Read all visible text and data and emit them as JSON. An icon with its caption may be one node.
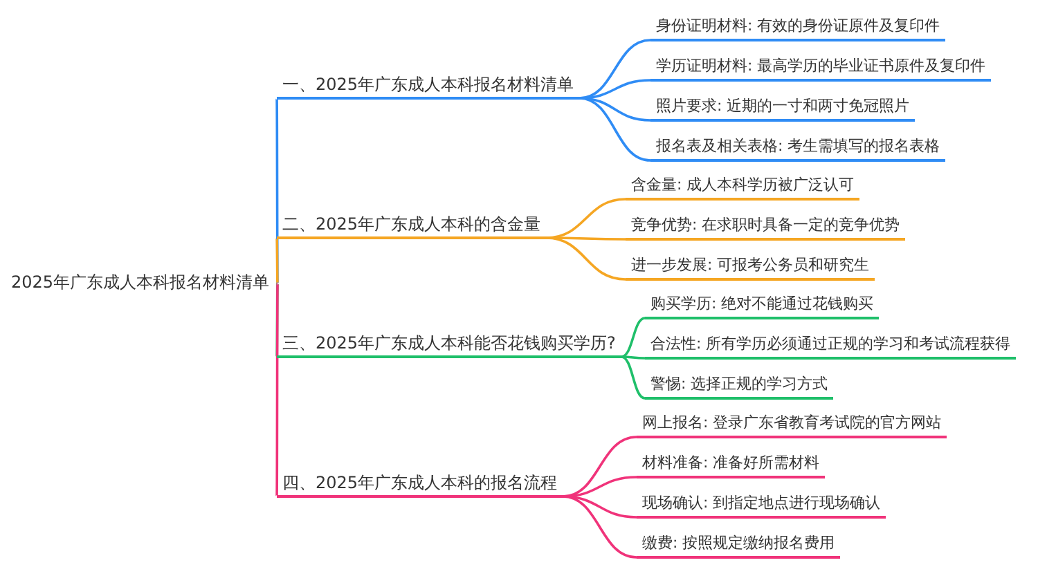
{
  "diagram": {
    "nodes": [
      {
        "text": [
          "2025年广东成人本科报名材料清单"
        ]
      },
      {
        "text": [
          "一、2025年广东成人本科报名材料清单"
        ]
      },
      {
        "text": [
          "身份证明材料: 有效的身份证原件及复印件"
        ]
      },
      {
        "text": [
          "学历证明材料: 最高学历的毕业证书原件及复印件"
        ]
      },
      {
        "text": [
          "照片要求: 近期的一寸和两寸免冠照片"
        ]
      },
      {
        "text": [
          "报名表及相关表格: 考生需填写的报名表格"
        ]
      },
      {
        "text": [
          "二、2025年广东成人本科的含金量"
        ]
      },
      {
        "text": [
          "含金量: 成人本科学历被广泛认可"
        ]
      },
      {
        "text": [
          "竞争优势: 在求职时具备一定的竞争优势"
        ]
      },
      {
        "text": [
          "进一步发展: 可报考公务员和研究生"
        ]
      },
      {
        "text": [
          "三、2025年广东成人本科能否花钱购买学历?"
        ]
      },
      {
        "text": [
          "购买学历: 绝对不能通过花钱购买"
        ]
      },
      {
        "text": [
          "合法性: 所有学历必须通过正规的学习和考试流程获得"
        ]
      },
      {
        "text": [
          "警惕: 选择正规的学习方式"
        ]
      },
      {
        "text": [
          "四、2025年广东成人本科的报名流程"
        ]
      },
      {
        "text": [
          "网上报名: 登录广东省教育考试院的官方网站"
        ]
      },
      {
        "text": [
          "材料准备: 准备好所需材料"
        ]
      },
      {
        "text": [
          "现场确认: 到指定地点进行现场确认"
        ]
      },
      {
        "text": [
          "缴费: 按照规定缴纳报名费用"
        ]
      }
    ],
    "edges": [
      {
        "from": 0,
        "to": 1,
        "arrow": "none",
        "color": "#2f8cf5"
      },
      {
        "from": 1,
        "to": 2,
        "arrow": "none",
        "color": "#2f8cf5"
      },
      {
        "from": 1,
        "to": 3,
        "arrow": "none",
        "color": "#2f8cf5"
      },
      {
        "from": 1,
        "to": 4,
        "arrow": "none",
        "color": "#2f8cf5"
      },
      {
        "from": 1,
        "to": 5,
        "arrow": "none",
        "color": "#2f8cf5"
      },
      {
        "from": 0,
        "to": 6,
        "arrow": "none",
        "color": "#f5a623"
      },
      {
        "from": 6,
        "to": 7,
        "arrow": "none",
        "color": "#f5a623"
      },
      {
        "from": 6,
        "to": 8,
        "arrow": "none",
        "color": "#f5a623"
      },
      {
        "from": 6,
        "to": 9,
        "arrow": "none",
        "color": "#f5a623"
      },
      {
        "from": 0,
        "to": 10,
        "arrow": "none",
        "color": "#1fbf6a"
      },
      {
        "from": 10,
        "to": 11,
        "arrow": "none",
        "color": "#1fbf6a"
      },
      {
        "from": 10,
        "to": 12,
        "arrow": "none",
        "color": "#1fbf6a"
      },
      {
        "from": 10,
        "to": 13,
        "arrow": "none",
        "color": "#1fbf6a"
      },
      {
        "from": 0,
        "to": 14,
        "arrow": "none",
        "color": "#f0337a"
      },
      {
        "from": 14,
        "to": 15,
        "arrow": "none",
        "color": "#f0337a"
      },
      {
        "from": 14,
        "to": 16,
        "arrow": "none",
        "color": "#f0337a"
      },
      {
        "from": 14,
        "to": 17,
        "arrow": "none",
        "color": "#f0337a"
      },
      {
        "from": 14,
        "to": 18,
        "arrow": "none",
        "color": "#f0337a"
      }
    ]
  }
}
